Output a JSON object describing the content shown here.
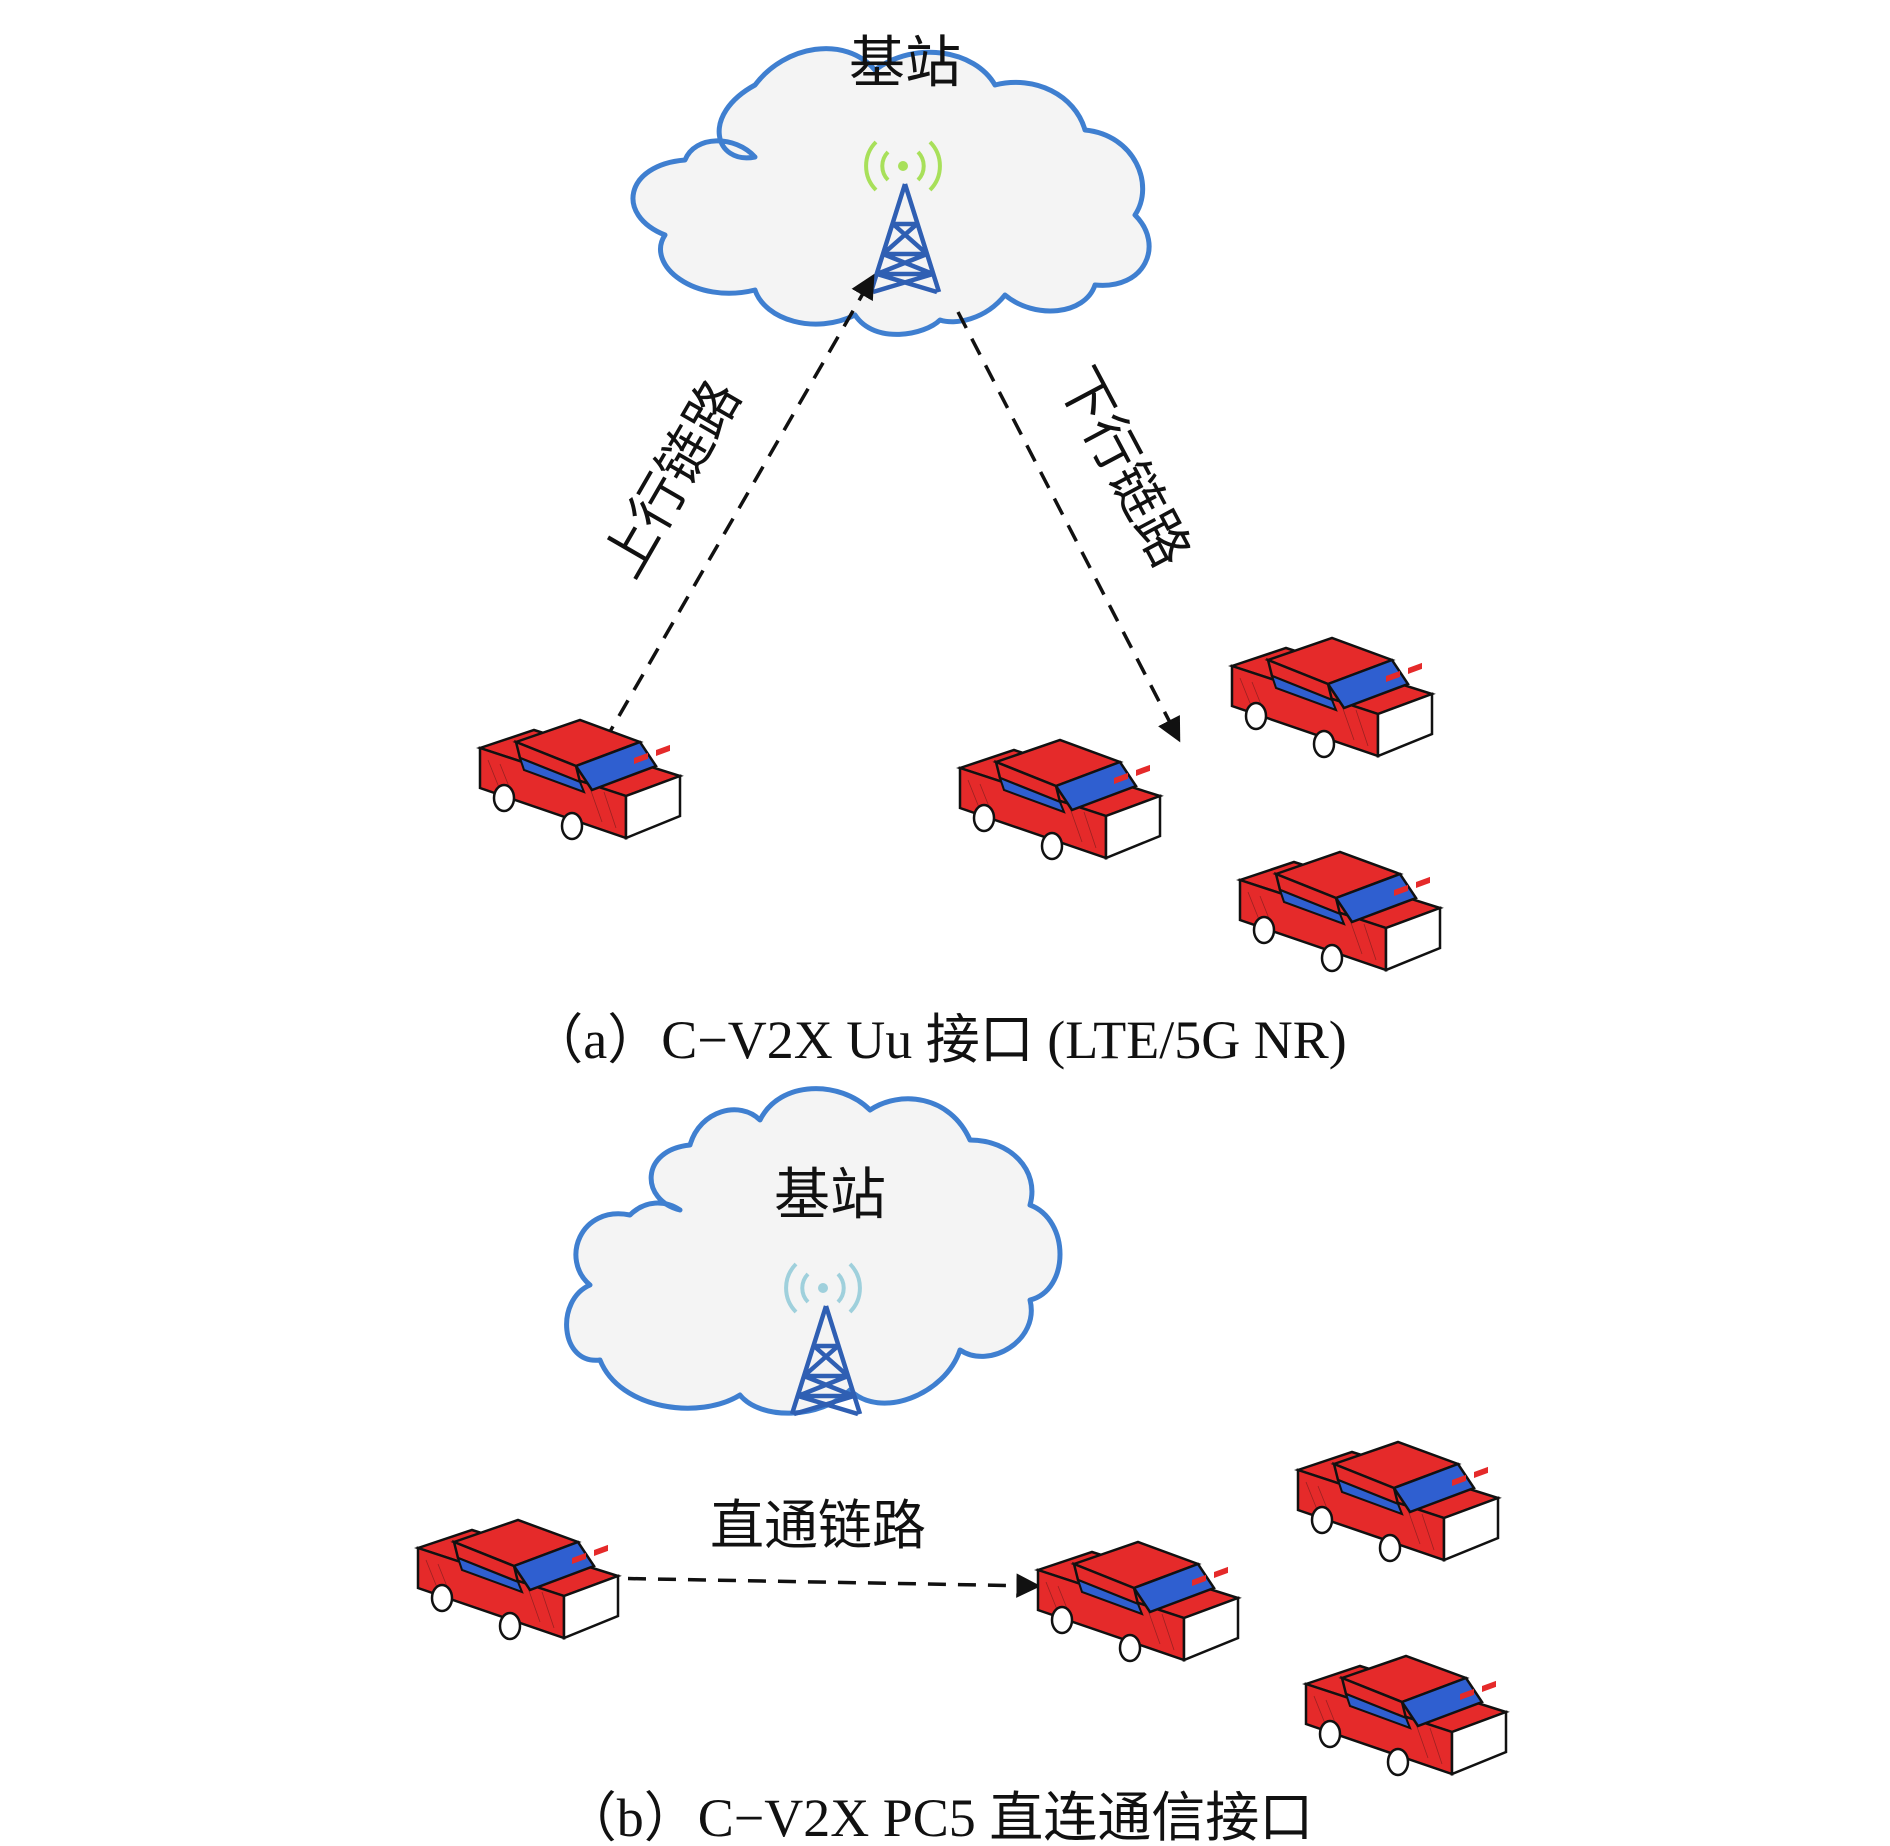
{
  "panel_a": {
    "station_label": "基站",
    "uplink_label": "上行链路",
    "downlink_label": "下行链路",
    "caption": "（a）C−V2X Uu 接口 (LTE/5G NR)",
    "signal_color": "#a8e05a"
  },
  "panel_b": {
    "station_label": "基站",
    "sidelink_label": "直通链路",
    "caption": "（b）C−V2X PC5 直连通信接口",
    "signal_color": "#9fd0dc"
  },
  "colors": {
    "cloud_stroke": "#3f7fd0",
    "cloud_fill": "#f4f4f4",
    "tower": "#2f5fb3",
    "car_body": "#e52a2a",
    "car_glass": "#2f5fd0",
    "car_tail": "#ffffff"
  },
  "icons": {
    "cloud": "cloud-icon",
    "tower": "base-station-tower-icon",
    "car": "car-icon"
  }
}
